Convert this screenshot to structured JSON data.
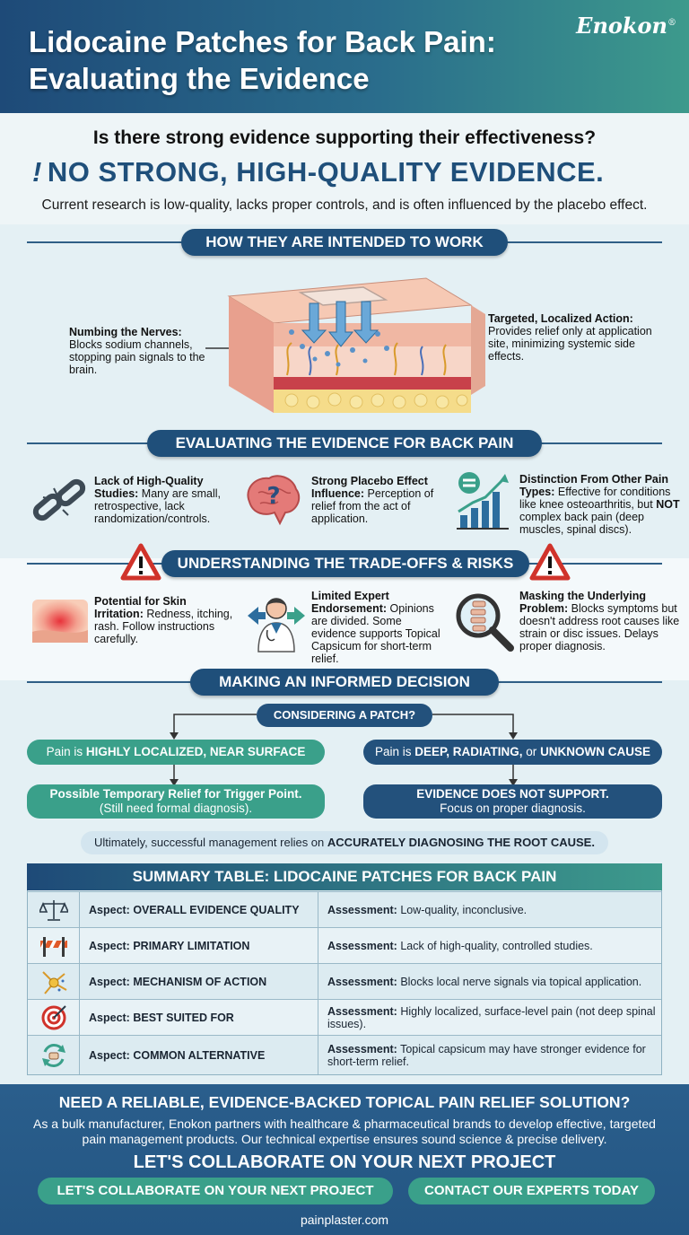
{
  "header": {
    "title_line1": "Lidocaine Patches for Back Pain:",
    "title_line2": "Evaluating the Evidence",
    "brand": "Enokon",
    "brand_mark": "®"
  },
  "intro": {
    "question": "Is there strong evidence supporting their effectiveness?",
    "answer": "NO STRONG, HIGH-QUALITY EVIDENCE.",
    "answer_mark": "!",
    "subtitle": "Current research is low-quality, lacks proper controls, and is often influenced by the placebo effect."
  },
  "sections": {
    "how": "HOW THEY ARE INTENDED TO WORK",
    "evaluating": "EVALUATING THE EVIDENCE FOR BACK PAIN",
    "risks": "UNDERSTANDING THE TRADE-OFFS & RISKS",
    "decision": "MAKING AN INFORMED DECISION"
  },
  "how": {
    "left_heading": "Numbing the Nerves:",
    "left_text": "Blocks sodium channels, stopping pain signals to the brain.",
    "right_heading": "Targeted, Localized Action:",
    "right_text": "Provides relief only at application site, minimizing systemic side effects."
  },
  "evidence": [
    {
      "heading": "Lack of High-Quality Studies:",
      "text": "Many are small, retrospective, lack randomization/controls.",
      "icon": "broken-chain-icon"
    },
    {
      "heading": "Strong Placebo Effect Influence:",
      "text": "Perception of relief from the act of application.",
      "icon": "brain-question-icon"
    },
    {
      "heading": "Distinction From Other Pain Types:",
      "text_before": "Effective for conditions like knee osteoarthritis, but",
      "text_bold": "NOT",
      "text_after": "complex back pain (deep muscles, spinal discs).",
      "icon": "bar-chart-icon"
    }
  ],
  "risks": [
    {
      "heading": "Potential for Skin Irritation:",
      "text": "Redness, itching, rash. Follow instructions carefully.",
      "icon": "irritated-skin-icon"
    },
    {
      "heading": "Limited Expert Endorsement:",
      "text": "Opinions are divided. Some evidence supports Topical Capsicum for short-term relief.",
      "icon": "doctor-icon"
    },
    {
      "heading": "Masking the Underlying Problem:",
      "text": "Blocks symptoms but doesn't address root causes like strain or disc issues. Delays proper diagnosis.",
      "icon": "magnifier-spine-icon"
    }
  ],
  "decision": {
    "root": "CONSIDERING A PATCH?",
    "left_condition_pre": "Pain is",
    "left_condition_bold": "HIGHLY LOCALIZED, NEAR SURFACE",
    "right_condition_pre": "Pain is",
    "right_condition_bold1": "DEEP, RADIATING,",
    "right_condition_mid": "or",
    "right_condition_bold2": "UNKNOWN CAUSE",
    "left_result_bold": "Possible Temporary Relief for Trigger Point.",
    "left_result_note": "(Still need formal diagnosis).",
    "right_result_bold": "EVIDENCE DOES NOT SUPPORT.",
    "right_result_note": "Focus on proper diagnosis.",
    "conclusion_pre": "Ultimately, successful management relies on",
    "conclusion_bold": "ACCURATELY DIAGNOSING THE ROOT CAUSE."
  },
  "table": {
    "title": "SUMMARY TABLE: LIDOCAINE PATCHES FOR BACK PAIN",
    "aspect_prefix": "Aspect:",
    "assessment_prefix": "Assessment:",
    "rows": [
      {
        "aspect": "OVERALL EVIDENCE QUALITY",
        "assessment": "Low-quality, inconclusive.",
        "icon": "scales-icon"
      },
      {
        "aspect": "PRIMARY LIMITATION",
        "assessment": "Lack of high-quality, controlled studies.",
        "icon": "barrier-icon"
      },
      {
        "aspect": "MECHANISM OF ACTION",
        "assessment": "Blocks local nerve signals via topical application.",
        "icon": "nerve-icon"
      },
      {
        "aspect": "BEST SUITED FOR",
        "assessment": "Highly localized, surface-level pain (not deep spinal issues).",
        "icon": "target-icon"
      },
      {
        "aspect": "COMMON ALTERNATIVE",
        "assessment": "Topical capsicum may have stronger evidence for short-term relief.",
        "icon": "swap-icon"
      }
    ]
  },
  "footer": {
    "headline": "NEED A RELIABLE, EVIDENCE-BACKED TOPICAL PAIN RELIEF SOLUTION?",
    "body": "As a bulk manufacturer, Enokon partners with healthcare & pharmaceutical brands to develop effective, targeted pain management products. Our technical expertise ensures sound science & precise delivery.",
    "cta": "LET'S COLLABORATE ON YOUR NEXT PROJECT",
    "button1": "LET'S COLLABORATE ON YOUR NEXT PROJECT",
    "button2": "CONTACT OUR EXPERTS TODAY",
    "url": "painplaster.com"
  },
  "colors": {
    "navy": "#1f4f7a",
    "teal": "#3aa08a",
    "warning_red": "#d0332b"
  }
}
